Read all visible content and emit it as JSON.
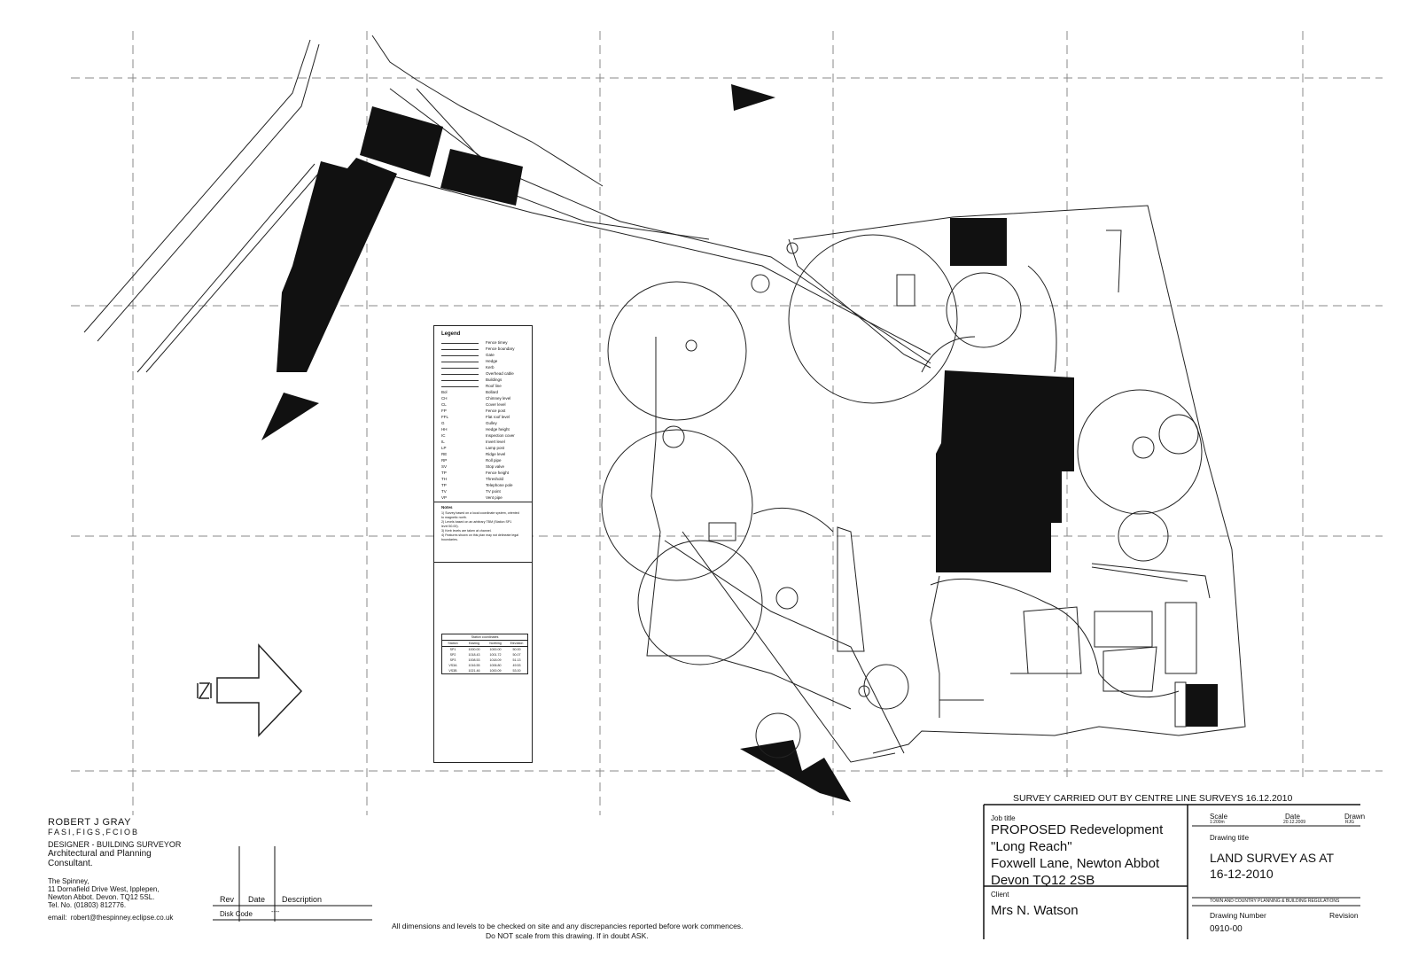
{
  "designer": {
    "name": "ROBERT J GRAY",
    "quals": "FASI,FIGS,FCIOB",
    "role": "DESIGNER - BUILDING SURVEYOR",
    "desc1": "Architectural and Planning",
    "desc2": "Consultant.",
    "addr1": "The Spinney,",
    "addr2": "11 Dornafield Drive West, Ipplepen,",
    "addr3": "Newton Abbot. Devon. TQ12 5SL.",
    "tel": "Tel. No. (01803) 812776.",
    "email_label": "email:",
    "email": "robert@thespinney.eclipse.co.uk"
  },
  "revision_box": {
    "rev": "Rev",
    "date": "Date",
    "description": "Description",
    "disk_code": "Disk Code",
    "disk_value": "----"
  },
  "notes": {
    "line1": "All dimensions and levels to be checked on site and any discrepancies reported before work commences.",
    "line2": "Do NOT scale from this drawing. If in doubt ASK."
  },
  "survey_note": "SURVEY CARRIED OUT BY CENTRE LINE SURVEYS 16.12.2010",
  "title_block": {
    "job_title_label": "Job title",
    "job_line1": "PROPOSED Redevelopment",
    "job_line2": "\"Long Reach\"",
    "job_line3": "Foxwell Lane, Newton Abbot",
    "job_line4": "Devon  TQ12 2SB",
    "client_label": "Client",
    "client": "Mrs N.  Watson",
    "scale_label": "Scale",
    "scale_value": "1:200m",
    "date_label": "Date",
    "date_value": "20.12.2009",
    "drawn_label": "Drawn",
    "drawn_value": "RJG",
    "drawing_title_label": "Drawing title",
    "drawing_title1": "LAND SURVEY AS AT",
    "drawing_title2": "16-12-2010",
    "regs": "TOWN AND COUNTRY PLANNING & BUILDING REGULATIONS",
    "drawing_number_label": "Drawing Number",
    "drawing_number": "0910-00",
    "revision_label": "Revision"
  },
  "north_label": "N",
  "legend": {
    "title": "Legend",
    "items": [
      {
        "code": "",
        "desc": "Fence timey"
      },
      {
        "code": "",
        "desc": "Fence boundary"
      },
      {
        "code": "",
        "desc": "Gate"
      },
      {
        "code": "",
        "desc": "Hedge"
      },
      {
        "code": "",
        "desc": "Kerb"
      },
      {
        "code": "",
        "desc": "Overhead cable"
      },
      {
        "code": "",
        "desc": "Buildings"
      },
      {
        "code": "",
        "desc": "Roof line"
      },
      {
        "code": "Bol",
        "desc": "Bollard"
      },
      {
        "code": "CH",
        "desc": "Chimney level"
      },
      {
        "code": "CL",
        "desc": "Cover level"
      },
      {
        "code": "FP",
        "desc": "Fence post"
      },
      {
        "code": "FFL",
        "desc": "Flat roof level"
      },
      {
        "code": "G",
        "desc": "Gulley"
      },
      {
        "code": "HH",
        "desc": "Hedge height"
      },
      {
        "code": "IC",
        "desc": "Inspection cover"
      },
      {
        "code": "IL",
        "desc": "Invert level"
      },
      {
        "code": "LP",
        "desc": "Lamp post"
      },
      {
        "code": "RE",
        "desc": "Ridge level"
      },
      {
        "code": "RP",
        "desc": "Roll pipe"
      },
      {
        "code": "SV",
        "desc": "Stop valve"
      },
      {
        "code": "TP",
        "desc": "Fence height"
      },
      {
        "code": "TH",
        "desc": "Threshold"
      },
      {
        "code": "TP",
        "desc": "Telephone pole"
      },
      {
        "code": "TV",
        "desc": "TV point"
      },
      {
        "code": "VP",
        "desc": "Vent pipe"
      }
    ],
    "notes_title": "Notes",
    "notes": [
      "1) Survey based on a local coordinate system, oriented",
      "    to magnetic north.",
      "2) Levels based on an arbitrary TBM (Station SP1",
      "    level 50.00).",
      "3) Kerb levels are taken at channel.",
      "4) Features shown on this plan may not delineate legal",
      "    boundaries."
    ],
    "station_title": "Station coordinates",
    "station_headers": [
      "Station",
      "Easting",
      "Northing",
      "Elevation"
    ],
    "stations": [
      [
        "SP1",
        "1000.00",
        "1000.00",
        "50.00"
      ],
      [
        "SP2",
        "1018.43",
        "1001.72",
        "50.07"
      ],
      [
        "SP3",
        "1008.53",
        "1018.09",
        "51.13"
      ],
      [
        "VS3A",
        "1016.55",
        "1006.80",
        "49.53"
      ],
      [
        "VS3B",
        "1021.46",
        "1000.09",
        "53.00"
      ]
    ]
  }
}
